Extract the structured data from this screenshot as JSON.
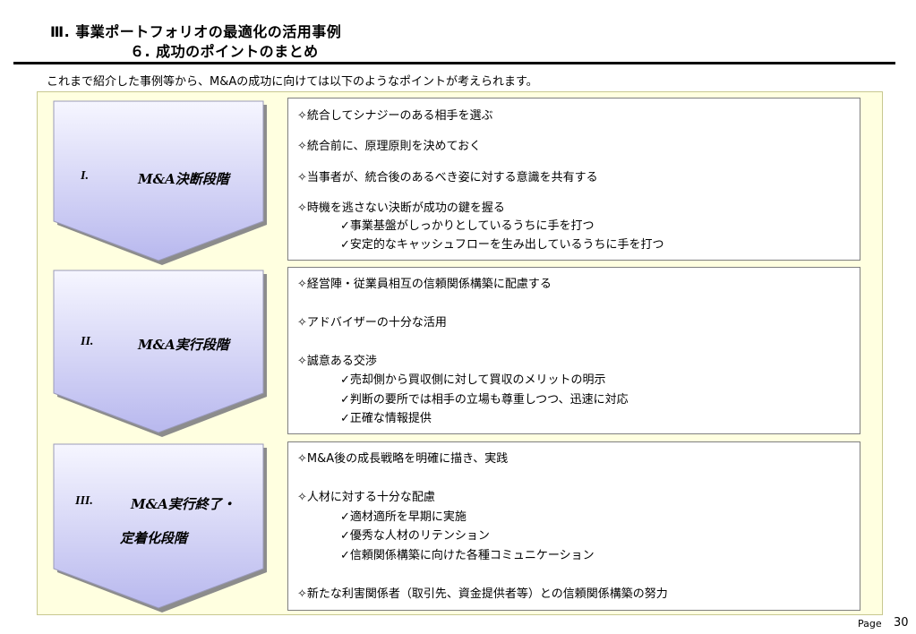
{
  "header": {
    "title_line1": "Ⅲ. 事業ポートフォリオの最適化の活用事例",
    "title_line2": "６. 成功のポイントのまとめ"
  },
  "intro": "これまで紹介した事例等から、M&Aの成功に向けては以下のようなポイントが考えられます。",
  "stages": [
    {
      "number": "I.",
      "name": "M&A決断段階",
      "points": [
        {
          "text": "✧統合してシナジーのある相手を選ぶ",
          "subs": []
        },
        {
          "text": "✧統合前に、原理原則を決めておく",
          "subs": []
        },
        {
          "text": "✧当事者が、統合後のあるべき姿に対する意識を共有する",
          "subs": []
        },
        {
          "text": "✧時機を逃さない決断が成功の鍵を握る",
          "subs": [
            "✓事業基盤がしっかりとしているうちに手を打つ",
            "✓安定的なキャッシュフローを生み出しているうちに手を打つ"
          ]
        }
      ]
    },
    {
      "number": "II.",
      "name": "M&A実行段階",
      "points": [
        {
          "text": "✧経営陣・従業員相互の信頼関係構築に配慮する",
          "subs": []
        },
        {
          "text": "✧アドバイザーの十分な活用",
          "subs": []
        },
        {
          "text": "✧誠意ある交渉",
          "subs": [
            "✓売却側から買収側に対して買収のメリットの明示",
            "✓判断の要所では相手の立場も尊重しつつ、迅速に対応",
            "✓正確な情報提供"
          ]
        }
      ]
    },
    {
      "number": "III.",
      "name_line1": "M&A実行終了・",
      "name_line2": "定着化段階",
      "points": [
        {
          "text": "✧M&A後の成長戦略を明確に描き、実践",
          "subs": []
        },
        {
          "text": "✧人材に対する十分な配慮",
          "subs": [
            "✓適材適所を早期に実施",
            "✓優秀な人材のリテンション",
            "✓信頼関係構築に向けた各種コミュニケーション"
          ]
        },
        {
          "text": "✧新たな利害関係者（取引先、資金提供者等）との信頼関係構築の努力",
          "subs": []
        }
      ]
    }
  ],
  "footer": {
    "page_label": "Page",
    "page_number": "30"
  },
  "colors": {
    "chevron_top": "#f4f4ff",
    "chevron_bottom": "#b8b8ee",
    "panel_bg": "#ffffe0"
  }
}
